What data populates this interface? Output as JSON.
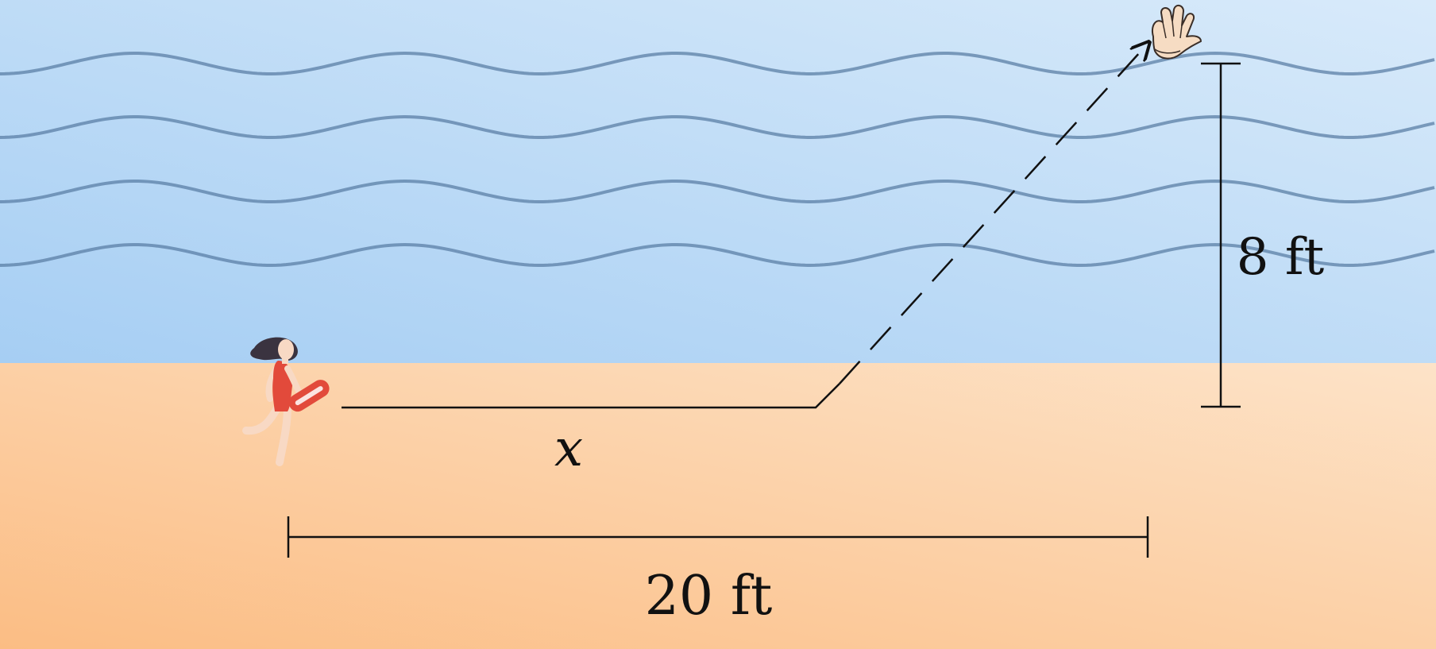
{
  "diagram": {
    "labels": {
      "x_distance": "x",
      "total_distance": "20 ft",
      "offshore_distance": "8 ft"
    },
    "figures": {
      "lifeguard": "running-lifeguard-icon",
      "swimmer": "waving-hand-icon"
    },
    "colors": {
      "sky_water_light": "#d8eafa",
      "sky_water_dark": "#a6cef3",
      "wave_line": "#5b7fa6",
      "sand_light": "#fde3c8",
      "sand_dark": "#fbbd84",
      "ink": "#111111",
      "swimsuit": "#e24a3b"
    }
  }
}
